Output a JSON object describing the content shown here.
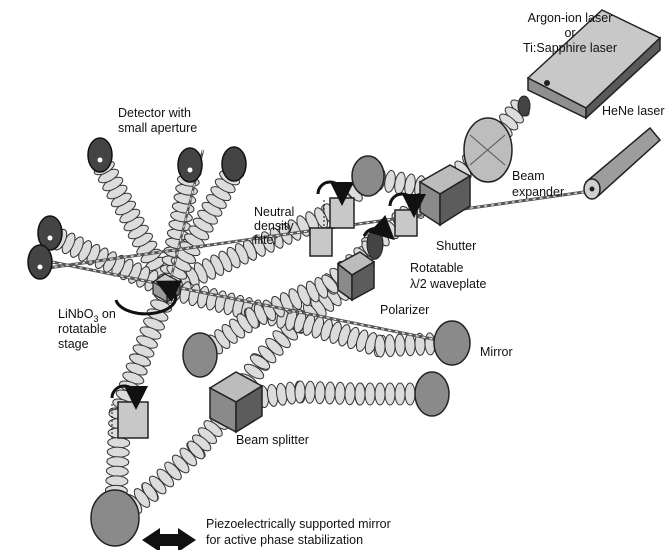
{
  "labels": {
    "argon_laser_line1": "Argon-ion laser",
    "argon_laser_line2": "or",
    "argon_laser_line3": "Ti:Sapphire laser",
    "hene_laser": "HeNe laser",
    "beam_expander_line1": "Beam",
    "beam_expander_line2": "expander",
    "shutter": "Shutter",
    "waveplate_line1": "Rotatable",
    "waveplate_line2": "λ/2 waveplate",
    "polarizer": "Polarizer",
    "mirror": "Mirror",
    "nd_filter_line1": "Neutral",
    "nd_filter_line2": "density",
    "nd_filter_line3": "filter",
    "detector_line1": "Detector with",
    "detector_line2": "small aperture",
    "crystal_line1_a": "LiNbO",
    "crystal_line1_sub": "3",
    "crystal_line1_b": " on",
    "crystal_line2": "rotatable",
    "crystal_line3": "stage",
    "beam_splitter": "Beam splitter",
    "piezo_line1": "Piezoelectrically supported mirror",
    "piezo_line2": "for active phase stabilization"
  },
  "colors": {
    "beam_fill": "#dcdcdc",
    "beam_stroke": "#333333",
    "optic_dark": "#4a4a4a",
    "optic_mid": "#8a8a8a",
    "optic_light": "#bdbdbd",
    "text": "#111111"
  }
}
